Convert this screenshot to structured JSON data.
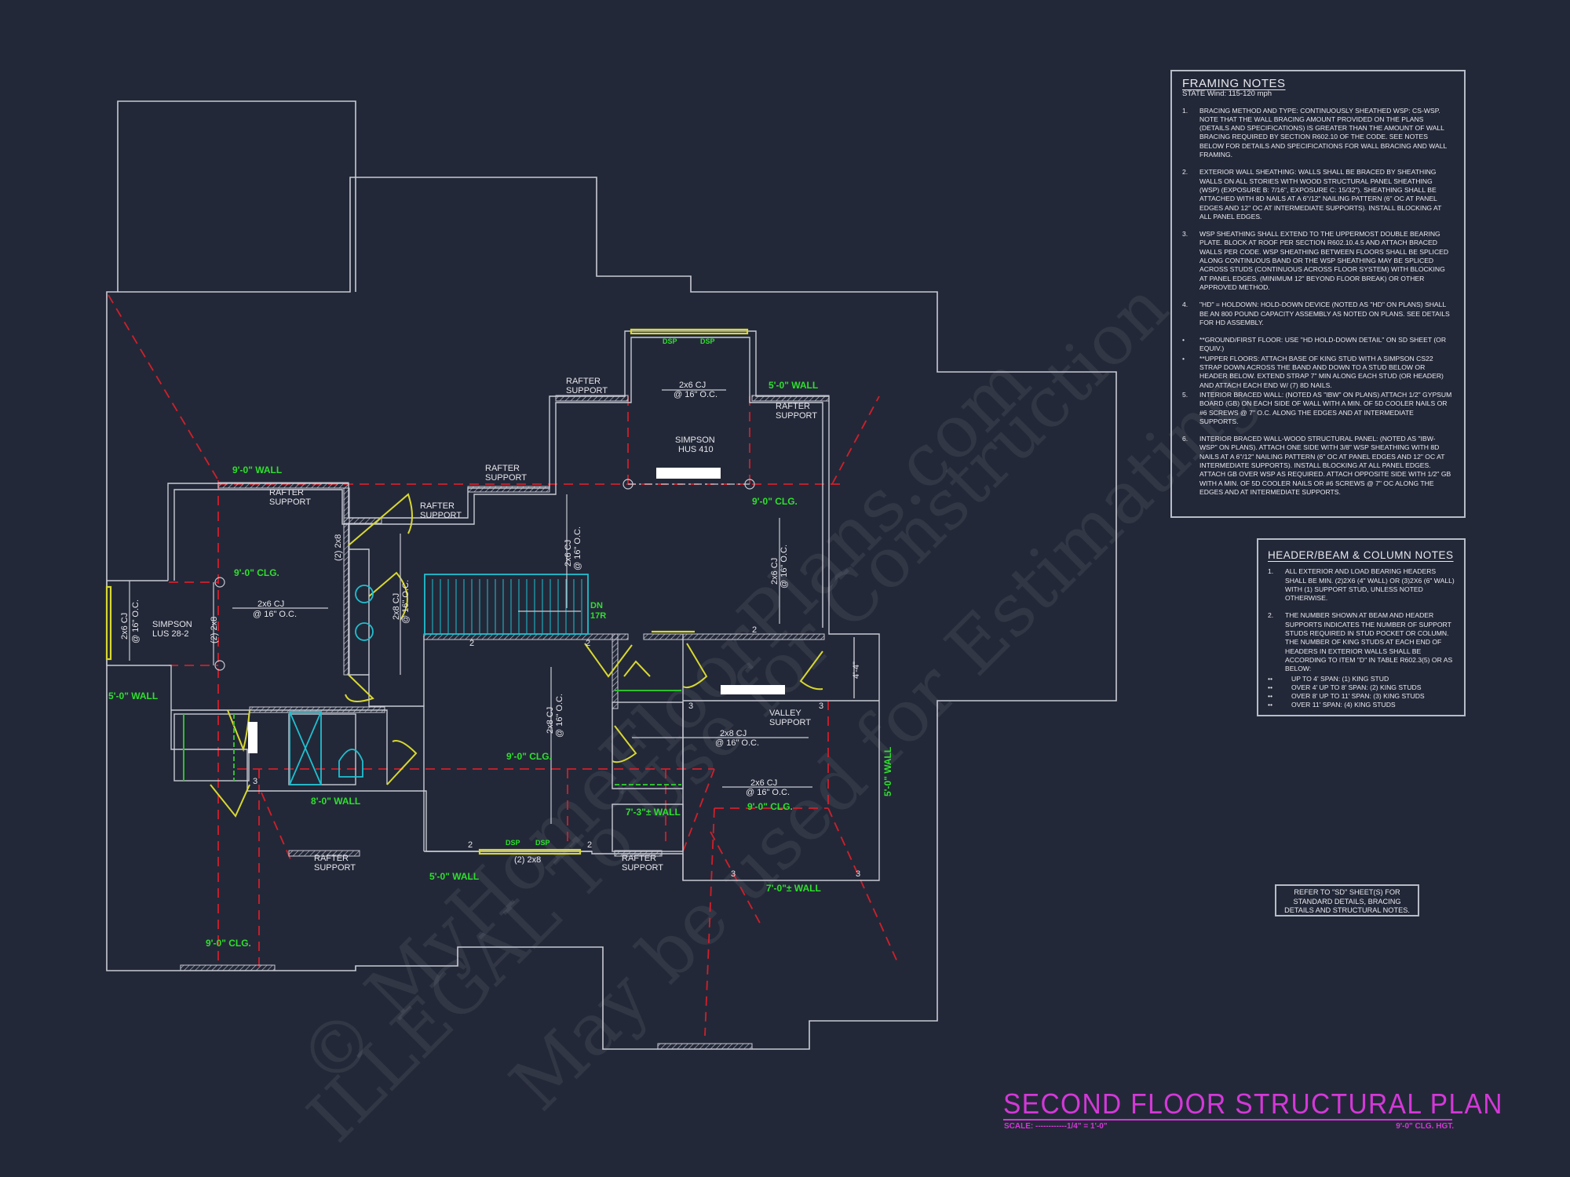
{
  "title": "SECOND FLOOR STRUCTURAL PLAN",
  "scale": "SCALE: ------------1/4\" = 1'-0\"",
  "ceiling_height": "9'-0\" CLG. HGT.",
  "refer_note": [
    "REFER TO \"SD\"  SHEET(S) FOR",
    "STANDARD DETAILS, BRACING",
    "DETAILS AND STRUCTURAL NOTES."
  ],
  "framing_notes": {
    "heading": "FRAMING NOTES",
    "subheading": "STATE Wind: 115-120 mph",
    "items": [
      {
        "num": "1.",
        "text": "BRACING METHOD AND TYPE: CONTINUOUSLY SHEATHED WSP: CS-WSP. NOTE THAT THE WALL BRACING AMOUNT PROVIDED ON THE PLANS (DETAILS AND SPECIFICATIONS) IS GREATER THAN THE AMOUNT OF WALL BRACING REQUIRED BY SECTION R602.10 OF THE CODE. SEE NOTES BELOW FOR DETAILS AND SPECIFICATIONS FOR WALL BRACING AND WALL FRAMING."
      },
      {
        "num": "2.",
        "text": "EXTERIOR WALL SHEATHING: WALLS SHALL BE BRACED BY SHEATHING WALLS ON ALL STORIES WITH WOOD STRUCTURAL PANEL SHEATHING (WSP) (EXPOSURE B: 7/16\", EXPOSURE C: 15/32\"). SHEATHING SHALL BE ATTACHED WITH 8d NAILS AT A 6\"/12\" NAILING PATTERN (6\" OC AT PANEL EDGES AND 12\" OC AT INTERMEDIATE SUPPORTS). INSTALL BLOCKING AT ALL PANEL EDGES."
      },
      {
        "num": "3.",
        "text": "WSP SHEATHING SHALL EXTEND TO THE UPPERMOST DOUBLE BEARING PLATE. BLOCK AT ROOF PER SECTION R602.10.4.5 AND ATTACH BRACED WALLS PER CODE. WSP SHEATHING BETWEEN FLOORS SHALL BE SPLICED ALONG CONTINUOUS BAND OR THE WSP SHEATHING MAY BE SPLICED ACROSS STUDS (CONTINUOUS ACROSS FLOOR SYSTEM) WITH BLOCKING AT PANEL EDGES. (MINIMUM 12\" BEYOND FLOOR BREAK) OR OTHER APPROVED METHOD."
      },
      {
        "num": "4.",
        "text": "\"HD\" = HOLDOWN: HOLD-DOWN DEVICE (NOTED AS \"HD\" ON PLANS) SHALL BE AN 800 POUND CAPACITY ASSEMBLY AS NOTED ON PLANS. SEE DETAILS FOR HD ASSEMBLY.",
        "bullet": false
      },
      {
        "num": "•",
        "text": "**GROUND/FIRST FLOOR: USE \"HD HOLD-DOWN DETAIL\" ON SD SHEET (OR EQUIV.)"
      },
      {
        "num": "•",
        "text": "**UPPER FLOORS: ATTACH BASE OF KING STUD WITH A SIMPSON CS22 STRAP DOWN ACROSS THE BAND AND DOWN TO A STUD BELOW OR HEADER BELOW. EXTEND STRAP 7\" MIN ALONG EACH STUD (OR HEADER) AND ATTACH EACH END W/ (7) 8d NAILS."
      },
      {
        "num": "5.",
        "text": "INTERIOR BRACED WALL: (NOTED AS \"IBW\" ON PLANS) ATTACH 1/2\" GYPSUM BOARD (GB) ON EACH SIDE OF WALL WITH A MIN. OF 5d COOLER NAILS OR #6 SCREWS @ 7\" O.C. ALONG THE EDGES AND AT INTERMEDIATE SUPPORTS."
      },
      {
        "num": "6.",
        "text": "INTERIOR BRACED WALL-WOOD STRUCTURAL PANEL: (NOTED AS \"IBW-WSP\" ON PLANS). ATTACH ONE SIDE WITH 3/8\" WSP SHEATHING WITH 8d NAILS AT A 6\"/12\" NAILING PATTERN (6\" OC AT PANEL EDGES AND 12\" OC AT INTERMEDIATE SUPPORTS). INSTALL BLOCKING AT ALL PANEL EDGES. ATTACH GB OVER WSP AS REQUIRED. ATTACH OPPOSITE SIDE WITH 1/2\" GB WITH A MIN. OF 5d COOLER NAILS OR #6 SCREWS @ 7\" OC ALONG THE EDGES AND AT INTERMEDIATE SUPPORTS."
      }
    ]
  },
  "header_notes": {
    "heading": "HEADER/BEAM & COLUMN NOTES",
    "items": [
      {
        "num": "1.",
        "text": "ALL EXTERIOR AND LOAD BEARING HEADERS SHALL BE MIN. (2)2x6 (4\" WALL) OR (3)2x6 (6\" WALL) WITH (1) SUPPORT STUD, UNLESS NOTED OTHERWISE."
      },
      {
        "num": "2.",
        "text": "THE NUMBER SHOWN AT BEAM AND HEADER SUPPORTS INDICATES THE NUMBER OF SUPPORT STUDS REQUIRED IN STUD POCKET OR COLUMN. THE NUMBER OF KING STUDS AT EACH END OF HEADERS IN EXTERIOR WALLS SHALL BE ACCORDING TO ITEM \"d\" IN TABLE R602.3(5) OR AS BELOW:"
      }
    ],
    "spans": [
      "UP TO 4' SPAN: (1) KING STUD",
      "OVER 4' UP TO 8' SPAN: (2) KING STUDS",
      "OVER 8' UP TO 11' SPAN: (3) KING STUDS",
      "OVER 11' SPAN: (4) KING STUDS"
    ]
  },
  "plan": {
    "rafter_support": [
      "RAFTER",
      "SUPPORT"
    ],
    "valley_support": [
      "VALLEY",
      "SUPPORT"
    ],
    "simpson_hus": [
      "SIMPSON",
      "HUS 410"
    ],
    "simpson_lus": [
      "SIMPSON",
      "LUS 28-2"
    ],
    "cj_2x6": [
      "2x6 CJ",
      "@ 16\" O.C."
    ],
    "cj_2x8": [
      "2x8 CJ",
      "@ 16\" O.C."
    ],
    "beam_2_2x8": "(2) 2x8",
    "dsp": "DSP",
    "stair": [
      "DN",
      "17R"
    ],
    "dim_4_4": "4'-4\"",
    "wall_9": "9'-0\" WALL",
    "wall_5": "5'-0\" WALL",
    "wall_8": "8'-0\" WALL",
    "wall_7_3": "7'-3\"± WALL",
    "wall_7_0": "7'-0\"± WALL",
    "clg_9": "9'-0\" CLG.",
    "studs_2": "2",
    "studs_3": "3"
  },
  "watermark": [
    "© MyHomeFloorPlans.com",
    "ILLEGAL To Use for Construction",
    "May be used for Estimating"
  ],
  "colors": {
    "background": "#232838",
    "lines": "#c8cad4",
    "labels_green": "#2ee02e",
    "title_magenta": "#d438d8",
    "ridge_red": "#d0202a",
    "door_yellow": "#d8d830",
    "fixture_cyan": "#20c0d0"
  }
}
